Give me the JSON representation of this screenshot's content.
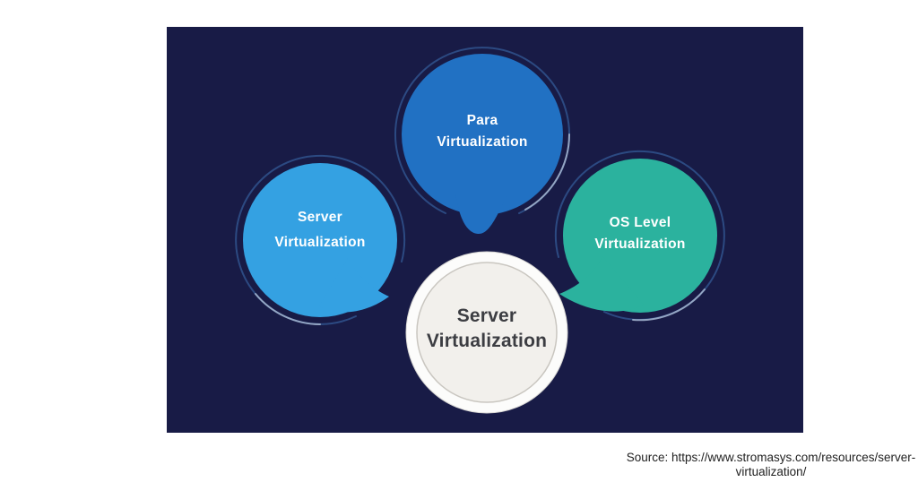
{
  "page": {
    "background_color": "#ffffff",
    "source_note": {
      "line1": "Source: https://www.stromasys.com/resources/server-",
      "line2": "virtualization/",
      "color": "#212121"
    }
  },
  "diagram": {
    "background_color": "#181b46",
    "outline_arc_color": "#2c4a82",
    "outline_arc_highlight_color": "#b7c5d9",
    "center_node": {
      "line1": "Server",
      "line2": "Virtualization",
      "ring_color": "#fcfcfb",
      "fill_color": "#f2f0ec",
      "inner_stroke_color": "#c9c6c0",
      "outer_stroke_color": "#d8d7d4",
      "text_color": "#3c3d42"
    },
    "nodes": [
      {
        "line1": "Para",
        "line2": "Virtualization",
        "fill_color": "#2171c3",
        "text_color": "#ffffff"
      },
      {
        "line1": "Server",
        "line2": "Virtualization",
        "fill_color": "#34a1e2",
        "text_color": "#ffffff"
      },
      {
        "line1": "OS Level",
        "line2": "Virtualization",
        "fill_color": "#2bb29e",
        "text_color": "#ffffff"
      }
    ]
  }
}
